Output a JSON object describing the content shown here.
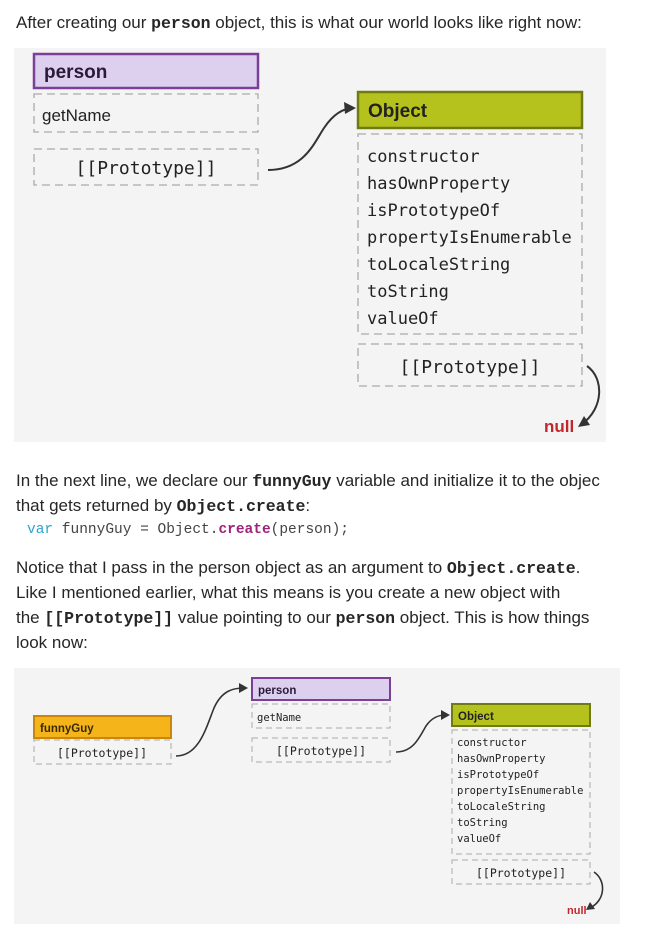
{
  "intro": {
    "pre": "After creating our ",
    "code": "person",
    "post": " object, this is what our world looks like right now:"
  },
  "diagram1": {
    "person_box": {
      "title": "person",
      "members": [
        "getName"
      ],
      "prototype": "[[Prototype]]"
    },
    "object_box": {
      "title": "Object",
      "members": [
        "constructor",
        "hasOwnProperty",
        "isPrototypeOf",
        "propertyIsEnumerable",
        "toLocaleString",
        "toString",
        "valueOf"
      ],
      "prototype": "[[Prototype]]"
    },
    "null_label": "null"
  },
  "para2": {
    "line1_pre": "In the next line, we declare our ",
    "line1_code": "funnyGuy",
    "line1_post": " variable and initialize it to the objec",
    "line2_pre": "that gets returned by ",
    "line2_code": "Object.create",
    "line2_post": ":"
  },
  "code_line": {
    "kw": "var",
    "pre": " funnyGuy = Object.",
    "fn": "create",
    "post": "(person);"
  },
  "para3": {
    "line1_pre": "Notice that I pass in the person object as an argument to ",
    "line1_code": "Object.create",
    "line1_post": ".",
    "line2": "Like I mentioned earlier, what this means is you create a new object with",
    "line3_pre": "the ",
    "line3_code": "[[Prototype]]",
    "line3_mid": " value pointing to our ",
    "line3_code2": "person",
    "line3_post": " object. This is how things",
    "line4": "look now:"
  },
  "diagram2": {
    "funnyguy_box": {
      "title": "funnyGuy",
      "prototype": "[[Prototype]]"
    },
    "person_box": {
      "title": "person",
      "members": [
        "getName"
      ],
      "prototype": "[[Prototype]]"
    },
    "object_box": {
      "title": "Object",
      "members": [
        "constructor",
        "hasOwnProperty",
        "isPrototypeOf",
        "propertyIsEnumerable",
        "toLocaleString",
        "toString",
        "valueOf"
      ],
      "prototype": "[[Prototype]]"
    },
    "null_label": "null"
  },
  "colors": {
    "person_header": "#ddd0ee",
    "person_border": "#7b3f98",
    "object_header": "#b5c21d",
    "object_border": "#6f7a10",
    "funnyguy_header": "#f5b41a",
    "funnyguy_border": "#c8860c",
    "null_text": "#c0282e",
    "figure_bg": "#f4f4f4"
  }
}
